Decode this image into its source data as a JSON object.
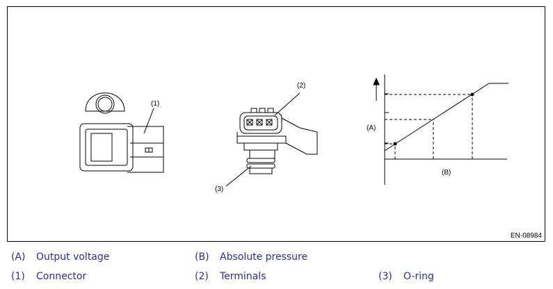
{
  "figure": {
    "id": "EN-08984",
    "callouts": [
      "(1)",
      "(2)",
      "(3)"
    ],
    "graph": {
      "y_label": "(A)",
      "x_label": "(B)"
    }
  },
  "legend": {
    "row1": [
      {
        "code": "(A)",
        "text": "Output voltage"
      },
      {
        "code": "(B)",
        "text": "Absolute pressure"
      }
    ],
    "row2": [
      {
        "code": "(1)",
        "text": "Connector"
      },
      {
        "code": "(2)",
        "text": "Terminals"
      },
      {
        "code": "(3)",
        "text": "O-ring"
      }
    ]
  }
}
